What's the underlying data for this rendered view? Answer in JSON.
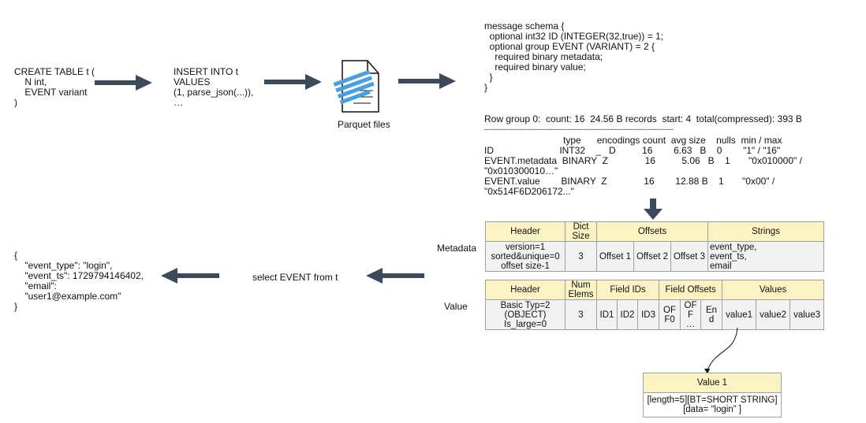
{
  "create_table": "CREATE TABLE t (\n    N int,\n    EVENT variant\n)",
  "insert": "INSERT INTO t\nVALUES\n(1, parse_json(...)),\n…",
  "parquet_label": "Parquet files",
  "schema": "message schema {\n  optional int32 ID (INTEGER(32,true)) = 1;\n  optional group EVENT (VARIANT) = 2 {\n    required binary metadata;\n    required binary value;\n  }\n}",
  "row_group": {
    "title": "Row group 0:  count: 16  24.56 B records  start: 4  total(compressed): 393 B",
    "divider": "--------------------------------------------------------------------------------",
    "header": "                              type      encodings count  avg size    nulls  min / max",
    "rows": [
      "ID                         INT32    _   D          16        6.63   B    0        \"1\" / \"16\"",
      "EVENT.metadata  BINARY  Z              16          5.06   B    1       \"0x010000\" /",
      "\"0x010300010…\"",
      "EVENT.value        BINARY  Z              16        12.88 B    1       \"0x00\" /",
      "\"0x514F6D206172...\""
    ]
  },
  "metadata": {
    "label": "Metadata",
    "headers": [
      "Header",
      "Dict\nSize",
      "Offsets",
      "Strings"
    ],
    "cells": [
      "version=1\nsorted&unique=0\noffset size-1",
      "3",
      "Offset 1",
      "Offset 2",
      "Offset 3",
      "event_type,\nevent_ts,\nemail"
    ]
  },
  "value": {
    "label": "Value",
    "headers": [
      "Header",
      "Num\nElems",
      "Field IDs",
      "Field Offsets",
      "Values"
    ],
    "cells": [
      "Basic Typ=2\n(OBJECT)\nIs_large=0",
      "3",
      "ID1",
      "ID2",
      "ID3",
      "OF\nF0",
      "OF\nF\n…",
      "En\nd",
      "value1",
      "value2",
      "value3"
    ]
  },
  "value1": {
    "title": "Value 1",
    "body": "[length=5][BT=SHORT STRING]\n[data=  “login”  ]"
  },
  "select": "select EVENT from t",
  "json_result": "{\n    \"event_type\": \"login\",\n    \"event_ts\": 1729794146402,\n    \"email\":\n    \"user1@example.com\"\n}",
  "colors": {
    "arrow": "#3d4a5a",
    "header_fill": "#fbf3c4",
    "body_fill": "#f2f2f2",
    "parquet_blue": "#4a9fe0"
  }
}
